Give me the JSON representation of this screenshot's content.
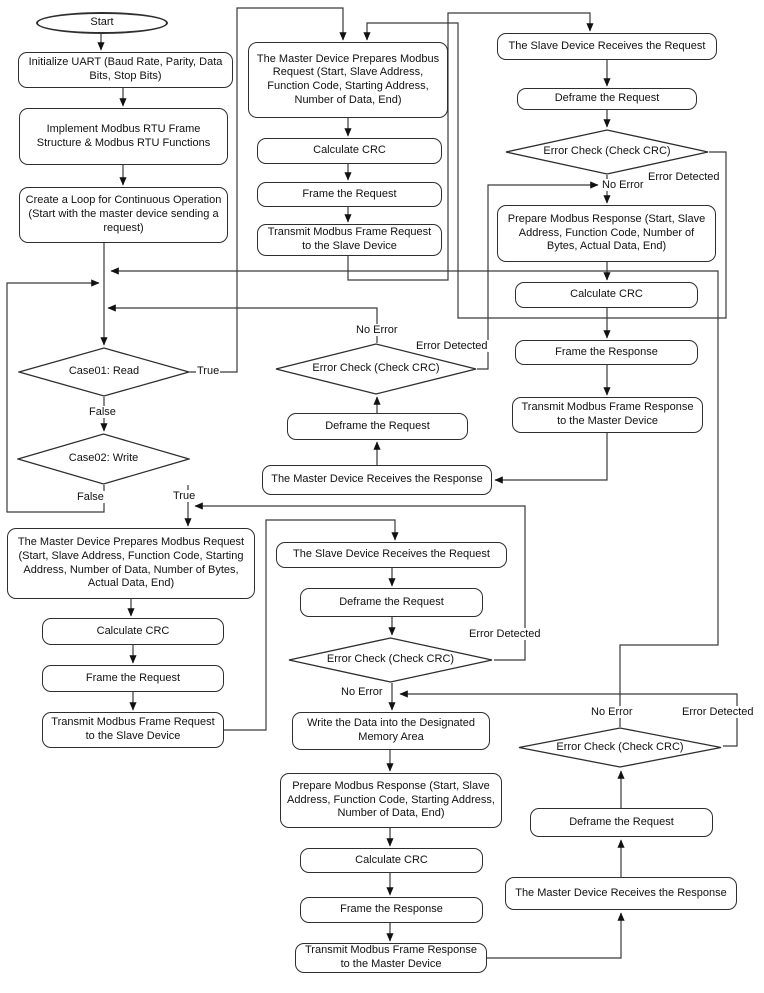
{
  "nodes": {
    "start": {
      "text": "Start"
    },
    "init_uart": {
      "text": "Initialize UART (Baud Rate, Parity, Data Bits, Stop Bits)"
    },
    "implement_modbus": {
      "text": "Implement Modbus RTU Frame Structure & Modbus RTU Functions"
    },
    "create_loop": {
      "text": "Create a Loop for Continuous Operation (Start with the master device sending a request)"
    },
    "case01": {
      "text": "Case01: Read"
    },
    "case02": {
      "text": "Case02: Write"
    },
    "master_prep_read": {
      "text": "The Master Device Prepares Modbus Request (Start, Slave Address, Function Code, Starting Address, Number of Data, End)"
    },
    "calc_crc_1": {
      "text": "Calculate CRC"
    },
    "frame_request_1": {
      "text": "Frame the Request"
    },
    "transmit_request_1": {
      "text": "Transmit Modbus Frame Request to the Slave Device"
    },
    "slave_receives_1": {
      "text": "The Slave Device Receives the Request"
    },
    "deframe_request_1": {
      "text": "Deframe the Request"
    },
    "error_check_1": {
      "text": "Error Check (Check CRC)"
    },
    "prepare_response_1": {
      "text": "Prepare Modbus Response (Start, Slave Address, Function Code, Number of Bytes, Actual Data, End)"
    },
    "calc_crc_2": {
      "text": "Calculate CRC"
    },
    "frame_response_1": {
      "text": "Frame the Response"
    },
    "transmit_response_1": {
      "text": "Transmit Modbus Frame Response to the Master Device"
    },
    "master_receives_1": {
      "text": "The Master Device Receives the Response"
    },
    "deframe_request_2": {
      "text": "Deframe the Request"
    },
    "error_check_2": {
      "text": "Error Check (Check CRC)"
    },
    "master_prep_write": {
      "text": "The Master Device Prepares Modbus Request (Start, Slave Address, Function Code, Starting Address, Number of Data, Number of Bytes, Actual Data, End)"
    },
    "calc_crc_3": {
      "text": "Calculate CRC"
    },
    "frame_request_2": {
      "text": "Frame the Request"
    },
    "transmit_request_2": {
      "text": "Transmit Modbus Frame Request to the Slave Device"
    },
    "slave_receives_2": {
      "text": "The Slave Device Receives the Request"
    },
    "deframe_request_3": {
      "text": "Deframe the Request"
    },
    "error_check_3": {
      "text": "Error Check (Check CRC)"
    },
    "write_data": {
      "text": "Write the Data into the Designated Memory Area"
    },
    "prepare_response_2": {
      "text": "Prepare Modbus Response (Start, Slave Address, Function Code, Starting Address, Number of Data, End)"
    },
    "calc_crc_4": {
      "text": "Calculate CRC"
    },
    "frame_response_2": {
      "text": "Frame the Response"
    },
    "transmit_response_2": {
      "text": "Transmit Modbus Frame Response to the Master Device"
    },
    "master_receives_2": {
      "text": "The Master Device Receives the Response"
    },
    "deframe_request_4": {
      "text": "Deframe the Request"
    },
    "error_check_4": {
      "text": "Error Check (Check CRC)"
    }
  },
  "labels": {
    "case01_true": "True",
    "case01_false": "False",
    "case02_false": "False",
    "case02_true": "True",
    "no_error_1": "No Error",
    "error_detected_1": "Error Detected",
    "no_error_2": "No Error",
    "error_detected_2": "Error Detected",
    "error_detected_3": "Error Detected",
    "no_error_3": "No Error",
    "no_error_4": "No Error",
    "error_detected_4": "Error Detected"
  }
}
